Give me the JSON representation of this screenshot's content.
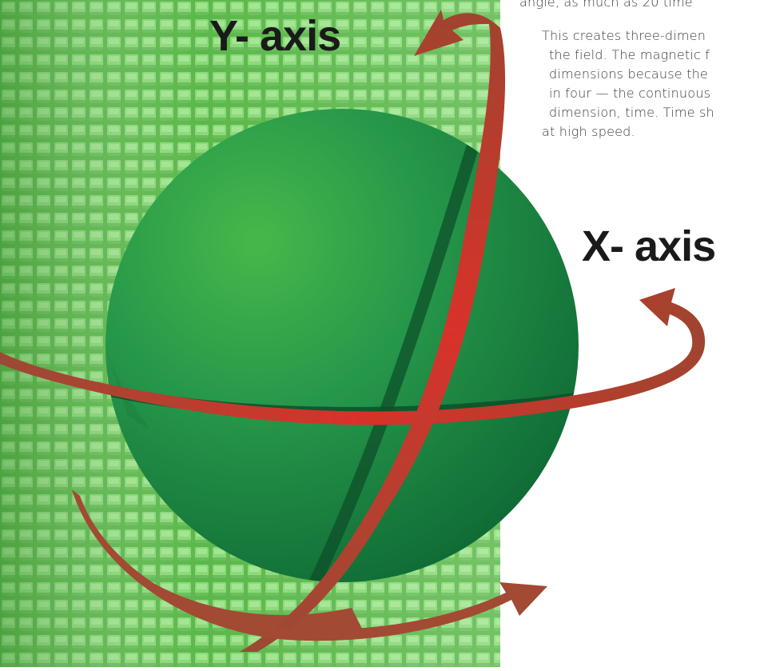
{
  "labels": {
    "y_axis": "Y- axis",
    "x_axis": "X- axis"
  },
  "body_text": {
    "partial_line": "angle, as much as 20 time",
    "lines": [
      "This creates three-dimen",
      "the field. The magnetic f",
      "dimensions because the",
      "in four — the continuous",
      "dimension, time. Time sh",
      "at high speed."
    ]
  },
  "icons": {
    "sphere": "green-globe",
    "arrows": "red-curved-arrow"
  },
  "colors": {
    "grid_background": "#6cc85a",
    "sphere": "#1f8f3e",
    "arrow": "#c0392b",
    "text": "#3a3a3a"
  }
}
